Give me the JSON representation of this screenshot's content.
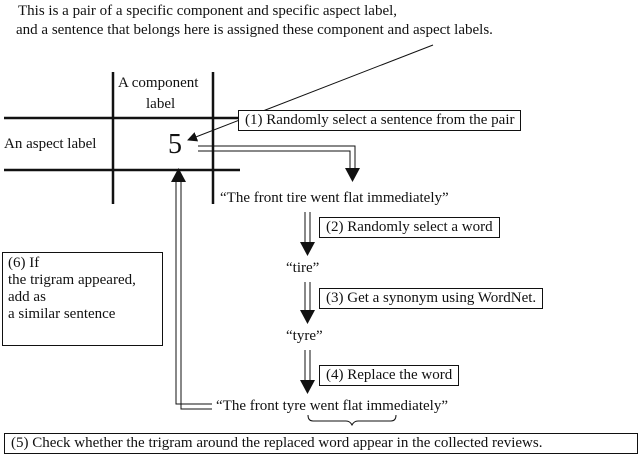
{
  "note": {
    "line1": "This is a pair of a specific component and specific aspect label,",
    "line2": "and a sentence that belongs here is assigned these component and aspect labels."
  },
  "grid": {
    "component_label_line1": "A component",
    "component_label_line2": "label",
    "aspect_label": "An aspect label",
    "cell_value": "5"
  },
  "steps": {
    "step1": "(1) Randomly select a sentence from the pair",
    "sentence_original": "“The front tire went flat immediately”",
    "step2": "(2) Randomly select a word",
    "word_selected": "“tire”",
    "step3": "(3) Get a synonym using WordNet.",
    "word_synonym": "“tyre”",
    "step4": "(4) Replace the word",
    "sentence_replaced": "“The front tyre went flat immediately”",
    "step5": "(5) Check whether the trigram around the replaced word appear in the collected reviews.",
    "step6_line1": "(6) If",
    "step6_line2": "the trigram appeared,",
    "step6_line3": "add as",
    "step6_line4": "a similar sentence"
  }
}
